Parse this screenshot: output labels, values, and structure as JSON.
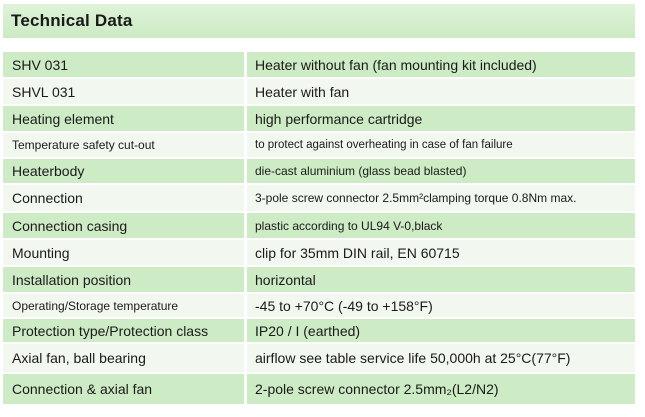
{
  "header": {
    "title": "Technical Data"
  },
  "rows": [
    {
      "label": "SHV 031",
      "value": "Heater without fan (fan mounting kit included)"
    },
    {
      "label": "SHVL 031",
      "value": "Heater with fan"
    },
    {
      "label": "Heating element",
      "value": "high performance cartridge"
    },
    {
      "label": "Temperature safety cut-out",
      "value": "to protect against overheating in  case of fan failure"
    },
    {
      "label": "Heaterbody",
      "value": "die-cast aluminium (glass bead blasted)"
    },
    {
      "label": "Connection",
      "value": "3-pole screw connector 2.5mm²clamping torque 0.8Nm max."
    },
    {
      "label": "Connection casing",
      "value": "plastic according to UL94 V-0,black"
    },
    {
      "label": "Mounting",
      "value": "clip for 35mm DIN rail, EN 60715"
    },
    {
      "label": "Installation position",
      "value": "horizontal"
    },
    {
      "label": "Operating/Storage temperature",
      "value": "-45 to +70°C (-49 to +158°F)"
    },
    {
      "label": "Protection type/Protection class",
      "value": "IP20 / I (earthed)"
    },
    {
      "label": "Axial fan, ball bearing",
      "value": "airflow see table  service life 50,000h at 25°C(77°F)"
    },
    {
      "label": "Connection & axial fan",
      "value": "2-pole screw connector 2.5mm₂(L2/N2)"
    }
  ]
}
